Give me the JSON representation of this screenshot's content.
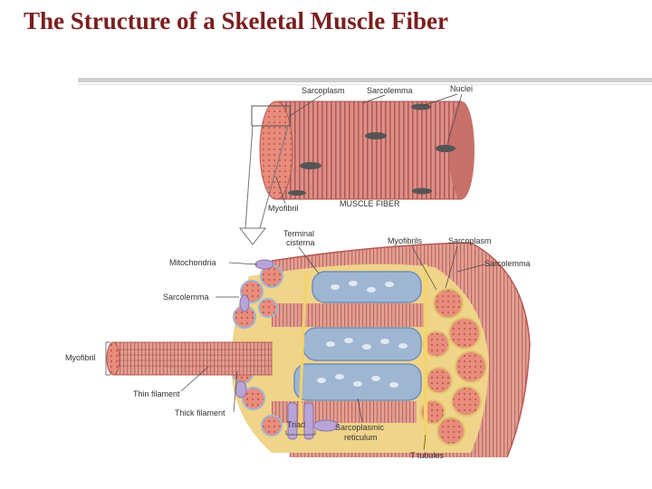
{
  "title": "The Structure of a Skeletal Muscle Fiber",
  "labels": {
    "sarcoplasm_top": "Sarcoplasm",
    "sarcolemma_top": "Sarcolemma",
    "nuclei": "Nuclei",
    "myofibril_top": "Myofibril",
    "muscle_fiber": "MUSCLE FIBER",
    "terminal_cisterna_1": "Terminal",
    "terminal_cisterna_2": "cisterna",
    "myofibrils": "Myofibrils",
    "sarcoplasm_bottom": "Sarcoplasm",
    "mitochondria": "Mitochondria",
    "sarcolemma_right": "Sarcolemma",
    "sarcolemma_left": "Sarcolemma",
    "myofibril_left": "Myofibril",
    "thin_filament": "Thin filament",
    "thick_filament": "Thick filament",
    "triad": "Triad",
    "sarcoplasmic_reticulum_1": "Sarcoplasmic",
    "sarcoplasmic_reticulum_2": "reticulum",
    "t_tubules": "T tubules"
  },
  "colors": {
    "title": "#7b1e1e",
    "muscle": "#d98a84",
    "muscle_dark": "#b85a55",
    "myofibril": "#e8a89a",
    "reticulum": "#9fb6d3",
    "reticulum_dark": "#6f8fb6",
    "t_tubule": "#f2d36b",
    "nucleus": "#555555",
    "mitochondria": "#b8a4d6"
  }
}
